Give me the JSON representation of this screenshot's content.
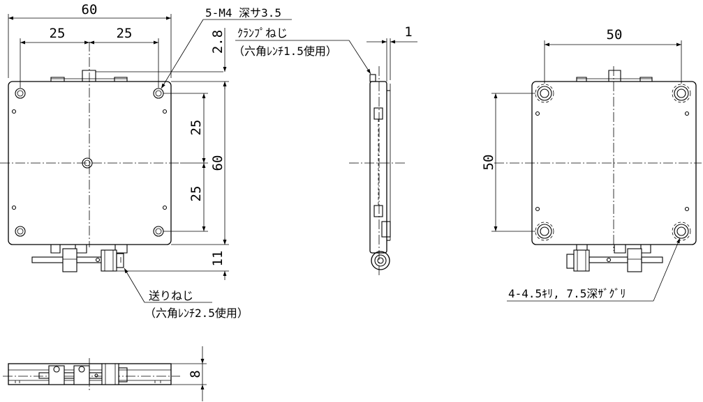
{
  "dimensions": {
    "front_width_overall": "60",
    "front_hole_pitch_left": "25",
    "front_hole_pitch_right": "25",
    "front_vertical_upper": "25",
    "front_vertical_lower": "25",
    "front_height_overall": "60",
    "top_offset": "2.8",
    "bottom_offset": "11",
    "side_thickness": "1",
    "bottom_thickness": "8",
    "rear_hole_pitch_horizontal": "50",
    "rear_hole_pitch_vertical": "50"
  },
  "notes": {
    "tapped_holes": "5-M4 深サ3.5",
    "clamp_screw_title": "ｸﾗﾝﾌﾟねじ",
    "clamp_screw_detail": "（六角ﾚﾝﾁ1.5使用）",
    "feed_screw_title": "送りねじ",
    "feed_screw_detail": "（六角ﾚﾝﾁ2.5使用）",
    "counterbore_holes": "4-4.5ｷﾘ, 7.5深ｻﾞｸﾞﾘ"
  }
}
